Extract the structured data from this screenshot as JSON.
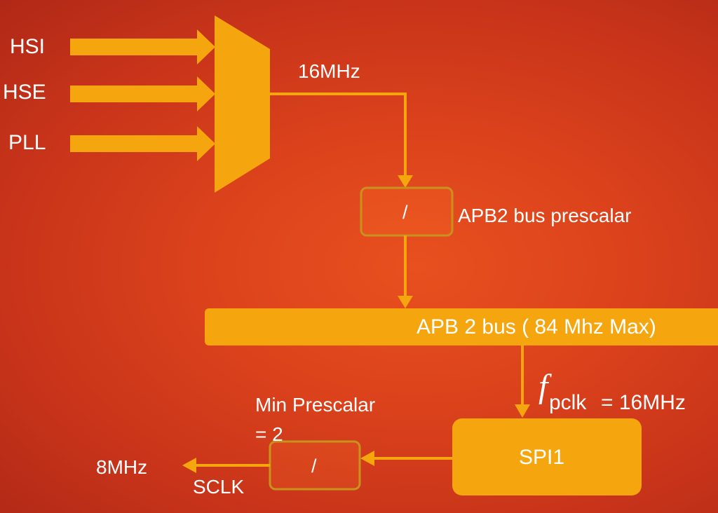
{
  "diagram": {
    "inputs": [
      "HSI",
      "HSE",
      "PLL"
    ],
    "mux_output_freq": "16MHz",
    "apb2_prescaler": {
      "symbol": "/",
      "label": "APB2 bus prescalar"
    },
    "apb2_bus": {
      "label": "APB 2 bus ( 84 Mhz Max)"
    },
    "fpclk": {
      "symbol": "f",
      "subscript": "pclk",
      "value": "= 16MHz"
    },
    "spi": {
      "label": "SPI1"
    },
    "spi_prescaler": {
      "symbol": "/",
      "label_line1": "Min Prescalar",
      "label_line2": "= 2"
    },
    "output": {
      "freq": "8MHz",
      "signal": "SCLK"
    }
  },
  "colors": {
    "block": "#f5a60e",
    "line": "#f5a60e",
    "box_outline": "#c9921c",
    "text": "#ffffff"
  }
}
